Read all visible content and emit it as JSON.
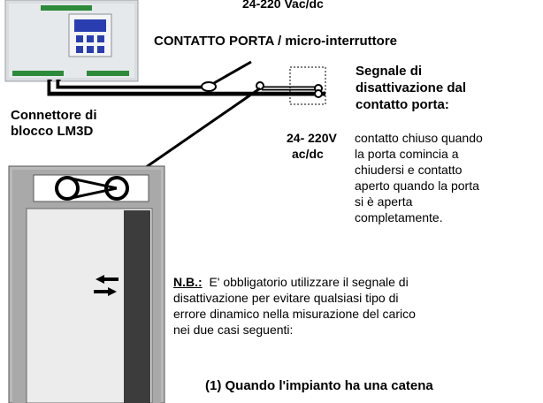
{
  "top_label": "24-220 Vac/dc",
  "title": "CONTATTO PORTA / micro-interruttore",
  "connector_label": {
    "line1": "Connettore di",
    "line2": "blocco LM3D"
  },
  "voltage_label": {
    "line1": "24- 220V",
    "line2": "ac/dc"
  },
  "signal_heading": {
    "line1": "Segnale di",
    "line2": "disattivazione dal",
    "line3": "contatto porta:"
  },
  "signal_body": {
    "line1": "contatto chiuso quando",
    "line2": "la porta comincia a",
    "line3": "chiudersi e contatto",
    "line4": "aperto quando la porta",
    "line5": "si è aperta",
    "line6": "completamente."
  },
  "note": {
    "label": "N.B.:",
    "line1": "  E' obbligatorio utilizzare il segnale di",
    "line2": "disattivazione per evitare qualsiasi tipo di",
    "line3": "errore dinamico nella misurazione  del carico",
    "line4": "nei due casi seguenti:"
  },
  "case1": "(1) Quando l'impianto ha una catena",
  "colors": {
    "device_body": "#dfe3e6",
    "display": "#2a3db0",
    "terminal_green": "#2d8a3a",
    "door_frame": "#b9b9b9",
    "door_leaf": "#ececec",
    "door_edge": "#3c3c3c"
  }
}
